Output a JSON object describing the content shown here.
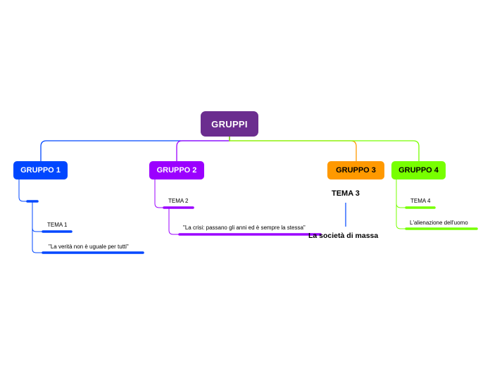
{
  "root": {
    "label": "GRUPPI",
    "color": "#6b2d8f"
  },
  "groups": [
    {
      "label": "GRUPPO 1",
      "color": "#0047ff"
    },
    {
      "label": "GRUPPO 2",
      "color": "#9b00ff"
    },
    {
      "label": "GRUPPO 3",
      "color": "#ff9900"
    },
    {
      "label": "GRUPPO 4",
      "color": "#77ff00"
    }
  ],
  "gruppo1": {
    "tema": "TEMA 1",
    "quote": "\"La verità non è uguale per tutti\""
  },
  "gruppo2": {
    "tema": "TEMA 2",
    "quote": "\"La crisi: passano gli anni ed è sempre la stessa\""
  },
  "gruppo3": {
    "tema": "TEMA 3",
    "subject": "La società di massa"
  },
  "gruppo4": {
    "tema": "TEMA 4",
    "subject": "L'alienazione dell'uomo"
  }
}
